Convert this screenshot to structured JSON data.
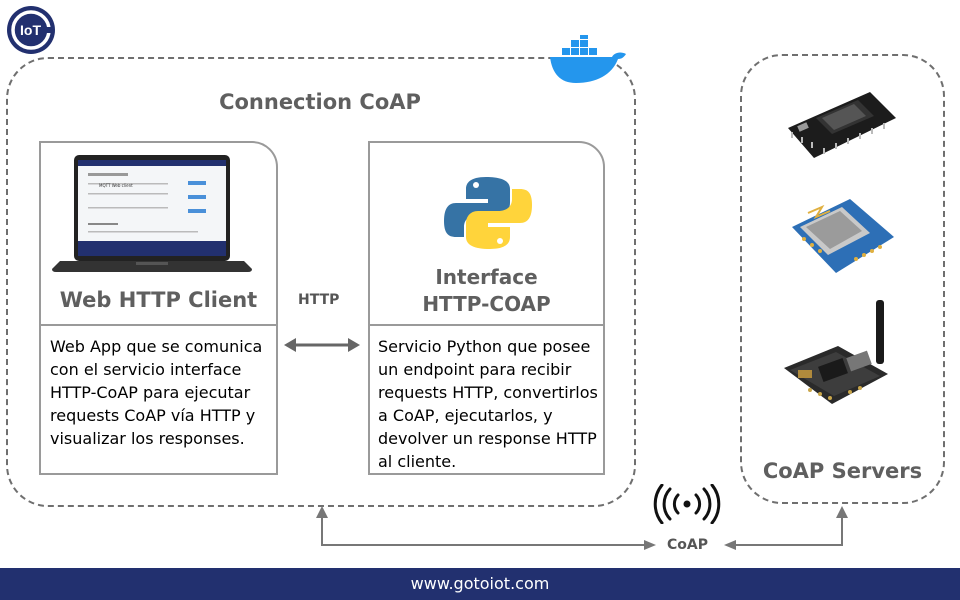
{
  "logo": {
    "text": "IoT",
    "icon": "gotoiot-logo"
  },
  "containers": {
    "connection": {
      "title": "Connection CoAP",
      "icon": "docker-whale-icon"
    },
    "servers": {
      "title": "CoAP Servers"
    }
  },
  "cards": {
    "web_client": {
      "title": "Web HTTP Client",
      "description": "Web App que se comunica con el servicio interface HTTP-CoAP para ejecutar requests CoAP vía HTTP y visualizar los responses.",
      "laptop": {
        "app_title": "MQTT Web client"
      }
    },
    "interface": {
      "title_line1": "Interface",
      "title_line2": "HTTP-COAP",
      "description": "Servicio Python que posee un endpoint para recibir requests HTTP, convertirlos a CoAP, ejecutarlos, y devolver un response HTTP al cliente.",
      "icon": "python-logo-icon"
    }
  },
  "arrows": {
    "http_label": "HTTP",
    "coap_label": "CoAP"
  },
  "devices": [
    "esp32-board-icon",
    "wemos-d1-mini-icon",
    "wireless-board-antenna-icon"
  ],
  "footer": {
    "url": "www.gotoiot.com"
  },
  "colors": {
    "footer_bg": "#22306f",
    "docker_blue": "#2496ed",
    "python_blue": "#3673a5",
    "python_yellow": "#ffd43b"
  }
}
